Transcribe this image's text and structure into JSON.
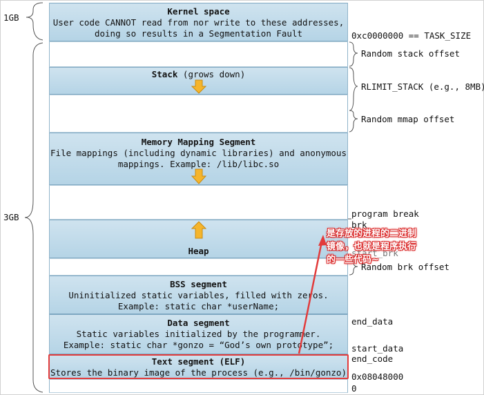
{
  "segments": {
    "kernel": {
      "title": "Kernel space",
      "line1": "User code CANNOT read from nor write to these addresses,",
      "line2": "doing so results in a Segmentation Fault"
    },
    "stack": {
      "title": "Stack",
      "note": " (grows down)"
    },
    "mmap": {
      "title": "Memory Mapping Segment",
      "line1": "File mappings (including dynamic libraries) and anonymous",
      "line2": "mappings. Example: /lib/libc.so"
    },
    "heap": {
      "title": "Heap"
    },
    "bss": {
      "title": "BSS segment",
      "line1": "Uninitialized static variables, filled with zeros.",
      "line2": "Example: static char *userName;"
    },
    "data": {
      "title": "Data segment",
      "line1": "Static variables initialized by the programmer.",
      "line2": "Example: static char *gonzo = “God’s own prototype”;"
    },
    "text": {
      "title": "Text segment (ELF)",
      "line1": "Stores the binary image of the process (e.g., /bin/gonzo)"
    }
  },
  "left_labels": {
    "top": "1GB",
    "bottom": "3GB"
  },
  "right_labels": {
    "task_size": "0xc0000000 == TASK_SIZE",
    "random_stack": "Random stack offset",
    "rlimit_stack": "RLIMIT_STACK (e.g., 8MB)",
    "random_mmap": "Random mmap offset",
    "program_break": "program break",
    "brk": "brk",
    "start_brk": "start_brk",
    "random_brk": "Random brk offset",
    "end_data": "end_data",
    "start_data": "start_data",
    "end_code": "end_code",
    "text_addr": "0x08048000",
    "zero": "0"
  },
  "annotation": {
    "line1": "是存放的进程的二进制",
    "line2": "镜像，也就是程序执行",
    "line3": "的一些代码~"
  },
  "colors": {
    "segment_fill": "#c3dbea",
    "arrow_fill": "#f5b52c",
    "highlight": "#e23b3b"
  }
}
